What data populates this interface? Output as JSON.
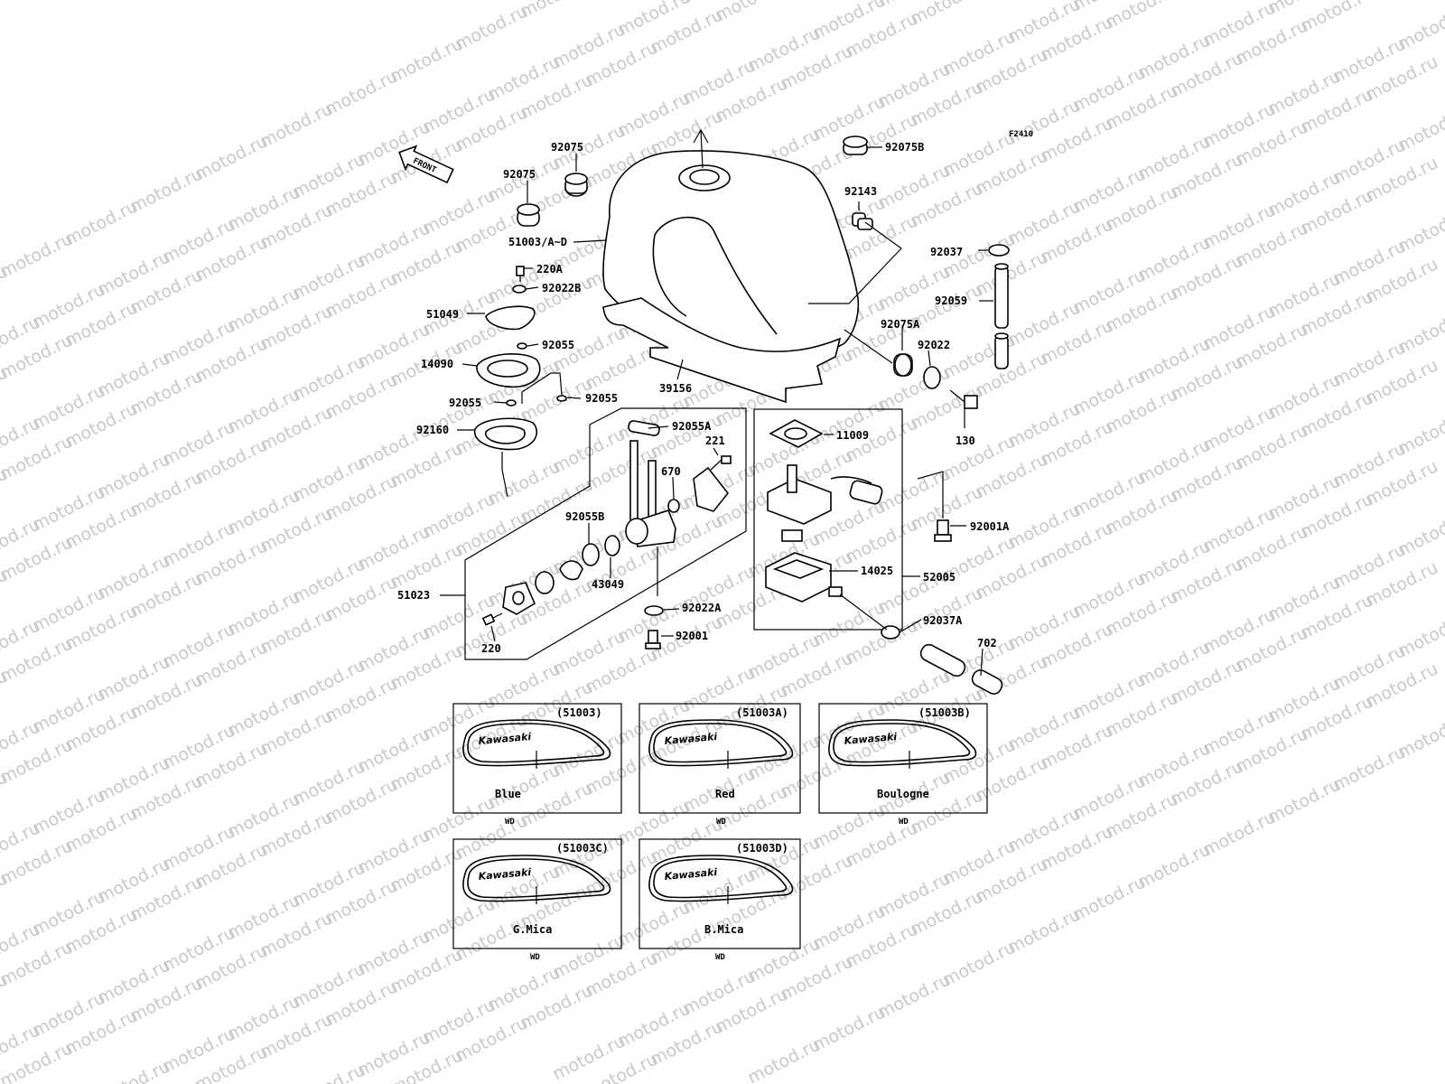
{
  "watermark": "motod.ru",
  "figure_code": "F2410",
  "front_label": "FRONT",
  "labels": {
    "p92075_top": "92075",
    "p92075_left": "92075",
    "p51003": "51003/A~D",
    "p220A": "220A",
    "p92022B": "92022B",
    "p51049": "51049",
    "p92055_a": "92055",
    "p14090": "14090",
    "p92055_b": "92055",
    "p92055_c": "92055",
    "p92160": "92160",
    "p39156": "39156",
    "p92075B": "92075B",
    "p92143": "92143",
    "p92037": "92037",
    "p92059": "92059",
    "p92075A": "92075A",
    "p92022": "92022",
    "p130": "130",
    "p92055A": "92055A",
    "p221": "221",
    "p670": "670",
    "p92055B": "92055B",
    "p43049": "43049",
    "p51023": "51023",
    "p92022A": "92022A",
    "p92001": "92001",
    "p220": "220",
    "p11009": "11009",
    "p14025": "14025",
    "p52005": "52005",
    "p92001A": "92001A",
    "p92037A": "92037A",
    "p702": "702"
  },
  "variants": [
    {
      "code": "(51003)",
      "color": "Blue",
      "mark": "WD",
      "brand": "Kawasaki"
    },
    {
      "code": "(51003A)",
      "color": "Red",
      "mark": "WD",
      "brand": "Kawasaki"
    },
    {
      "code": "(51003B)",
      "color": "Boulogne",
      "mark": "WD",
      "brand": "Kawasaki"
    },
    {
      "code": "(51003C)",
      "color": "G.Mica",
      "mark": "WD",
      "brand": "Kawasaki"
    },
    {
      "code": "(51003D)",
      "color": "B.Mica",
      "mark": "WD",
      "brand": "Kawasaki"
    }
  ]
}
